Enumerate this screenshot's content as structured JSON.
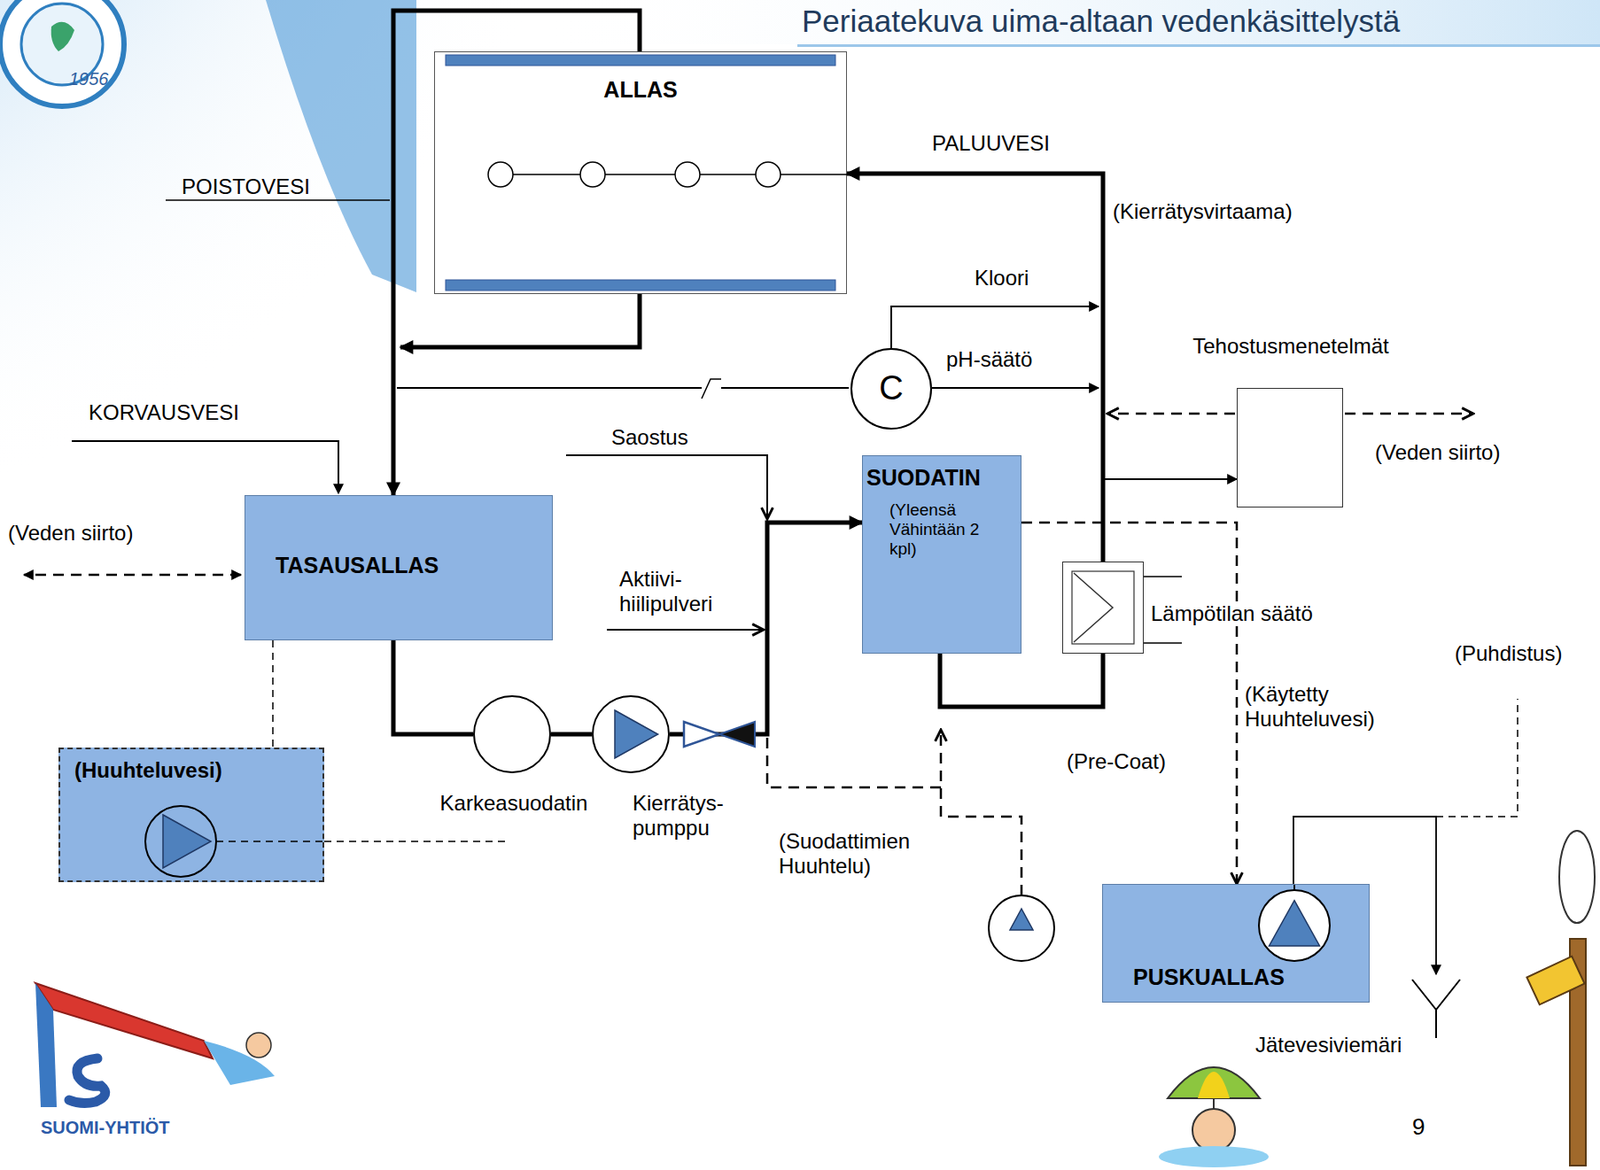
{
  "diagram": {
    "title": "Periaatekuva uima-altaan vedenkäsittelystä",
    "nodes": [
      {
        "text": [
          "ALLAS"
        ]
      },
      {
        "text": [
          "C"
        ]
      },
      {
        "text": [
          "Tehostusmenetelmät"
        ]
      },
      {
        "text": [
          "TASAUSALLAS"
        ]
      },
      {
        "text": [
          "SUODATIN",
          "(Yleensä Vähintään 2 kpl)"
        ]
      },
      {
        "text": [
          "Lämpötilan säätö"
        ]
      },
      {
        "text": [
          "(Huuhteluvesi)"
        ]
      },
      {
        "text": [
          "Karkeasuodatin"
        ]
      },
      {
        "text": [
          "Kierrätys- pumppu"
        ]
      },
      {
        "text": [
          "PUSKUALLAS"
        ]
      }
    ],
    "edges": [
      {
        "from": 0,
        "to": 3,
        "arrow": "to"
      },
      {
        "from": 3,
        "to": 7,
        "arrow": "none"
      },
      {
        "from": 7,
        "to": 8,
        "arrow": "none"
      },
      {
        "from": 8,
        "to": 4,
        "arrow": "to"
      },
      {
        "from": 4,
        "to": 5,
        "arrow": "none"
      },
      {
        "from": 5,
        "to": 0,
        "arrow": "to",
        "label": "PALUUVESI"
      },
      {
        "from": 5,
        "to": 2,
        "arrow": "to"
      },
      {
        "from": 4,
        "to": 9,
        "arrow": "to",
        "label": "(Käytetty Huuhteluvesi)"
      },
      {
        "from": 3,
        "to": 6,
        "arrow": "none"
      }
    ],
    "labels": [
      "POISTOVESI",
      "KORVAUSVESI",
      "(Veden siirto)",
      "Saostus",
      "Aktiivi- hiilipulveri",
      "(Kierrätysvirtaama)",
      "Kloori",
      "pH-säätö",
      "(Veden siirto)",
      "(Pre-Coat)",
      "(Suodattimien Huuhtelu)",
      "(Puhdistus)",
      "Jätevesiviemäri",
      "1956",
      "SUOMI-YHTIÖT",
      "9"
    ]
  }
}
